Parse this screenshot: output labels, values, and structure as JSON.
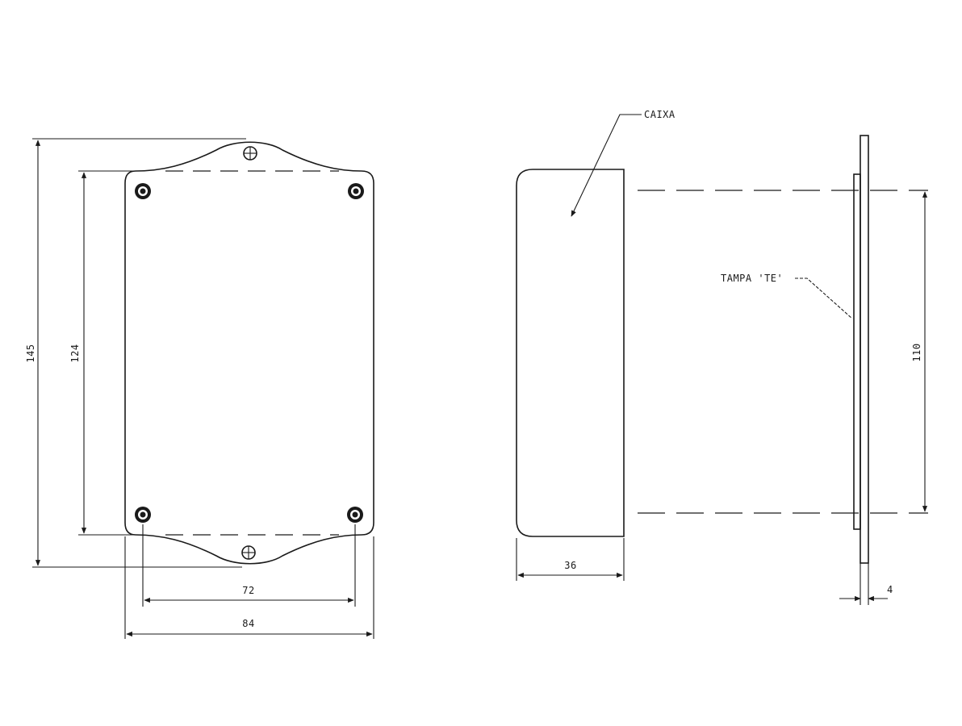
{
  "front_view": {
    "dim_height_total": "145",
    "dim_height_inner": "124",
    "dim_holes_spacing": "72",
    "dim_width": "84"
  },
  "side_view": {
    "label_box": "CAIXA",
    "dim_depth": "36"
  },
  "lid_view": {
    "label_lid": "TAMPA 'TE'",
    "dim_height": "110",
    "dim_thickness": "4"
  }
}
